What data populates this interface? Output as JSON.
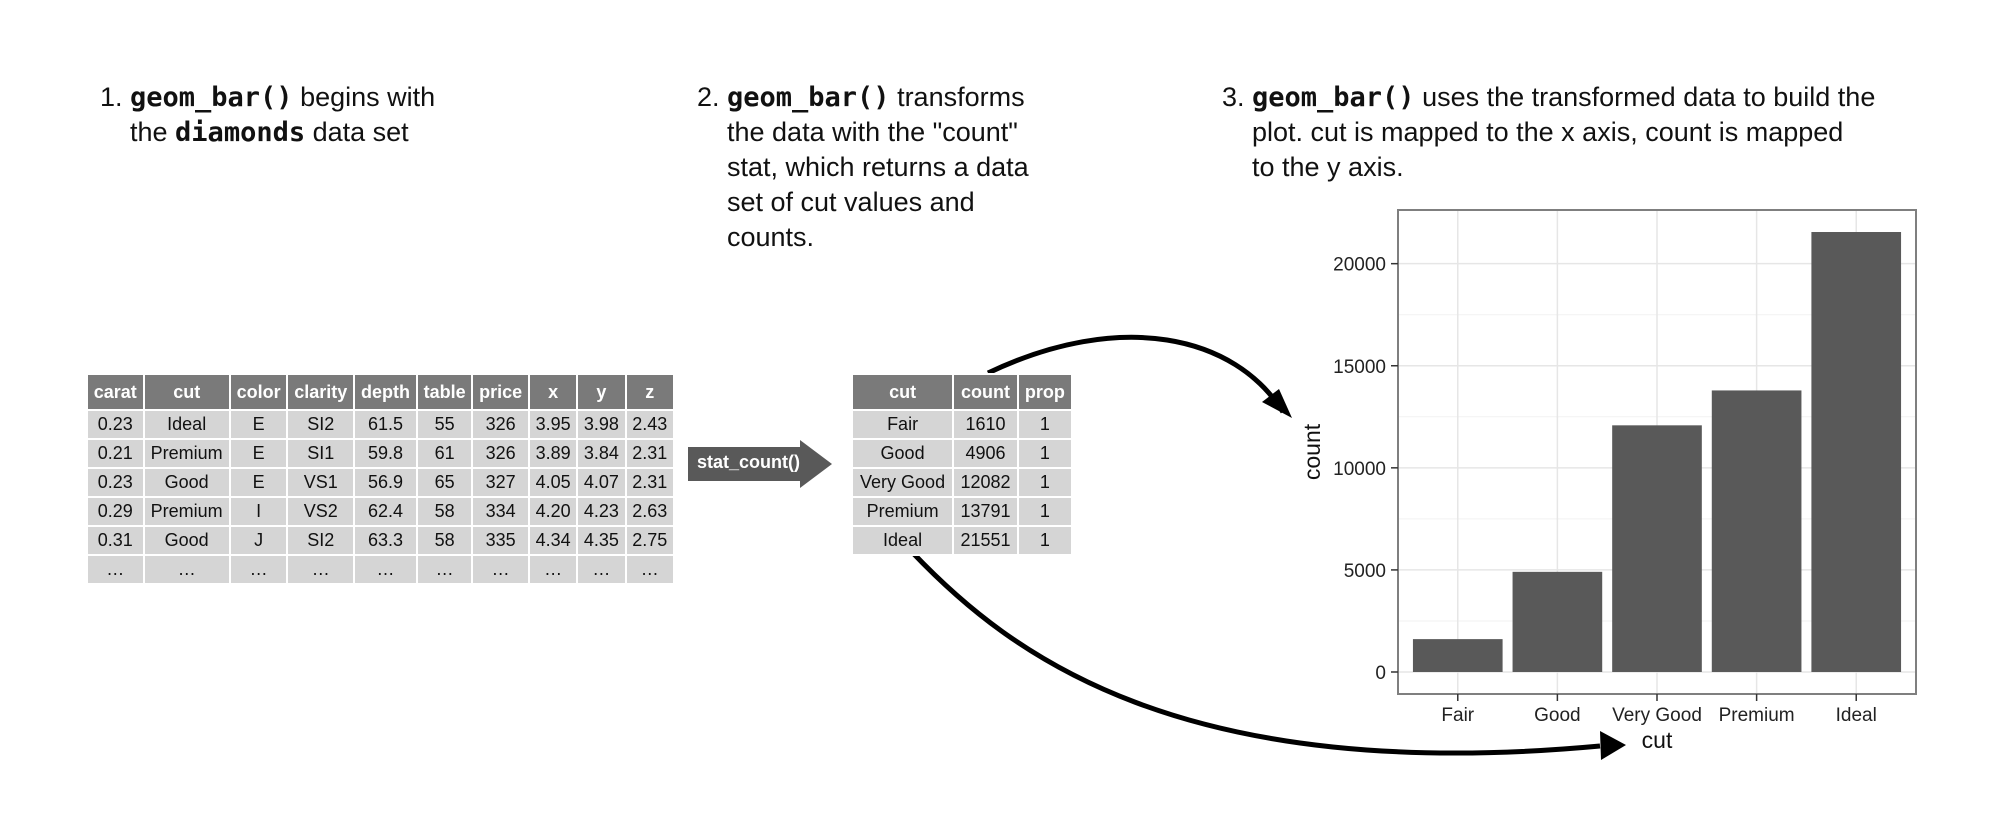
{
  "steps": [
    {
      "num": "1.",
      "code1": "geom_bar()",
      "text1": " begins with",
      "text2": "the ",
      "code2": "diamonds",
      "text3": " data set"
    },
    {
      "num": "2.",
      "code1": "geom_bar()",
      "lines": [
        " transforms",
        "the data with the \"count\"",
        "stat, which returns a data",
        "set of cut values and",
        "counts."
      ]
    },
    {
      "num": "3.",
      "code1": "geom_bar()",
      "lines": [
        " uses the transformed data to build the",
        "plot. cut is mapped to the x axis, count is mapped",
        "to the y axis."
      ]
    }
  ],
  "diamonds_table": {
    "columns": [
      "carat",
      "cut",
      "color",
      "clarity",
      "depth",
      "table",
      "price",
      "x",
      "y",
      "z"
    ],
    "rows": [
      [
        "0.23",
        "Ideal",
        "E",
        "SI2",
        "61.5",
        "55",
        "326",
        "3.95",
        "3.98",
        "2.43"
      ],
      [
        "0.21",
        "Premium",
        "E",
        "SI1",
        "59.8",
        "61",
        "326",
        "3.89",
        "3.84",
        "2.31"
      ],
      [
        "0.23",
        "Good",
        "E",
        "VS1",
        "56.9",
        "65",
        "327",
        "4.05",
        "4.07",
        "2.31"
      ],
      [
        "0.29",
        "Premium",
        "I",
        "VS2",
        "62.4",
        "58",
        "334",
        "4.20",
        "4.23",
        "2.63"
      ],
      [
        "0.31",
        "Good",
        "J",
        "SI2",
        "63.3",
        "58",
        "335",
        "4.34",
        "4.35",
        "2.75"
      ],
      [
        "…",
        "…",
        "…",
        "…",
        "…",
        "…",
        "…",
        "…",
        "…",
        "…"
      ]
    ]
  },
  "stat_label": "stat_count()",
  "count_table": {
    "columns": [
      "cut",
      "count",
      "prop"
    ],
    "rows": [
      [
        "Fair",
        "1610",
        "1"
      ],
      [
        "Good",
        "4906",
        "1"
      ],
      [
        "Very Good",
        "12082",
        "1"
      ],
      [
        "Premium",
        "13791",
        "1"
      ],
      [
        "Ideal",
        "21551",
        "1"
      ]
    ]
  },
  "colors": {
    "header_bg": "#7a7a7a",
    "cell_bg": "#d5d5d5",
    "bar": "#595959",
    "arrow": "#000000",
    "stat_arrow": "#595959"
  },
  "chart_data": {
    "type": "bar",
    "categories": [
      "Fair",
      "Good",
      "Very Good",
      "Premium",
      "Ideal"
    ],
    "values": [
      1610,
      4906,
      12082,
      13791,
      21551
    ],
    "xlabel": "cut",
    "ylabel": "count",
    "yticks": [
      0,
      5000,
      10000,
      15000,
      20000
    ],
    "ylim": [
      -1078,
      22629
    ],
    "grid": true,
    "title": ""
  }
}
